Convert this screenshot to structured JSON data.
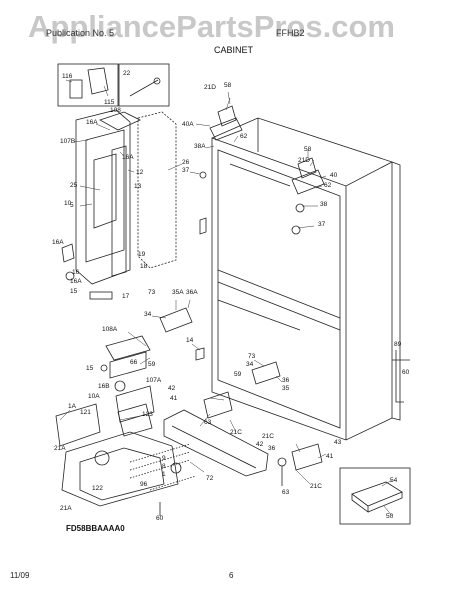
{
  "watermark": "AppliancePartsPros.com",
  "header": {
    "product": "Publication No. 5",
    "model": "FFHB2",
    "section": "CABINET"
  },
  "diagram_code": "FD58BBAAAA0",
  "footer": {
    "date": "11/09",
    "page": "6"
  },
  "callouts": [
    {
      "id": "c1",
      "text": "116"
    },
    {
      "id": "c2",
      "text": "115"
    },
    {
      "id": "c3",
      "text": "22"
    },
    {
      "id": "c4",
      "text": "108"
    },
    {
      "id": "c5",
      "text": "16A"
    },
    {
      "id": "c6",
      "text": "107B"
    },
    {
      "id": "c7",
      "text": "16A"
    },
    {
      "id": "c8",
      "text": "12"
    },
    {
      "id": "c9",
      "text": "13"
    },
    {
      "id": "c10",
      "text": "25"
    },
    {
      "id": "c11",
      "text": "5"
    },
    {
      "id": "c12",
      "text": "10"
    },
    {
      "id": "c13",
      "text": "26"
    },
    {
      "id": "c14",
      "text": "37"
    },
    {
      "id": "c15",
      "text": "21D"
    },
    {
      "id": "c16",
      "text": "58"
    },
    {
      "id": "c17",
      "text": "40A"
    },
    {
      "id": "c18",
      "text": "38A"
    },
    {
      "id": "c19",
      "text": "62"
    },
    {
      "id": "c20",
      "text": "58"
    },
    {
      "id": "c21",
      "text": "21D"
    },
    {
      "id": "c22",
      "text": "40"
    },
    {
      "id": "c23",
      "text": "62"
    },
    {
      "id": "c24",
      "text": "38"
    },
    {
      "id": "c25",
      "text": "37"
    },
    {
      "id": "c26",
      "text": "16A"
    },
    {
      "id": "c27",
      "text": "19"
    },
    {
      "id": "c28",
      "text": "18"
    },
    {
      "id": "c29",
      "text": "16"
    },
    {
      "id": "c30",
      "text": "16A"
    },
    {
      "id": "c31",
      "text": "15"
    },
    {
      "id": "c32",
      "text": "17"
    },
    {
      "id": "c33",
      "text": "73"
    },
    {
      "id": "c34",
      "text": "35A"
    },
    {
      "id": "c35",
      "text": "36A"
    },
    {
      "id": "c36",
      "text": "34"
    },
    {
      "id": "c37",
      "text": "108A"
    },
    {
      "id": "c38",
      "text": "59"
    },
    {
      "id": "c39",
      "text": "14"
    },
    {
      "id": "c40",
      "text": "15"
    },
    {
      "id": "c41",
      "text": "66"
    },
    {
      "id": "c42",
      "text": "16B"
    },
    {
      "id": "c43",
      "text": "10A"
    },
    {
      "id": "c44",
      "text": "107A"
    },
    {
      "id": "c45",
      "text": "73"
    },
    {
      "id": "c46",
      "text": "34"
    },
    {
      "id": "c47",
      "text": "59"
    },
    {
      "id": "c48",
      "text": "36"
    },
    {
      "id": "c49",
      "text": "35"
    },
    {
      "id": "c50",
      "text": "89"
    },
    {
      "id": "c51",
      "text": "60"
    },
    {
      "id": "c52",
      "text": "42"
    },
    {
      "id": "c53",
      "text": "41"
    },
    {
      "id": "c54",
      "text": "1A"
    },
    {
      "id": "c55",
      "text": "121"
    },
    {
      "id": "c56",
      "text": "21A"
    },
    {
      "id": "c57",
      "text": "123"
    },
    {
      "id": "c58",
      "text": "63"
    },
    {
      "id": "c59",
      "text": "21C"
    },
    {
      "id": "c60",
      "text": "9"
    },
    {
      "id": "c61",
      "text": "8"
    },
    {
      "id": "c62",
      "text": "1"
    },
    {
      "id": "c63",
      "text": "122"
    },
    {
      "id": "c64",
      "text": "96"
    },
    {
      "id": "c65",
      "text": "72"
    },
    {
      "id": "c66",
      "text": "21A"
    },
    {
      "id": "c67",
      "text": "60"
    },
    {
      "id": "c68",
      "text": "21C"
    },
    {
      "id": "c69",
      "text": "42"
    },
    {
      "id": "c70",
      "text": "36"
    },
    {
      "id": "c71",
      "text": "43"
    },
    {
      "id": "c72",
      "text": "41"
    },
    {
      "id": "c73",
      "text": "63"
    },
    {
      "id": "c74",
      "text": "21C"
    },
    {
      "id": "c75",
      "text": "54"
    },
    {
      "id": "c76",
      "text": "50"
    }
  ]
}
